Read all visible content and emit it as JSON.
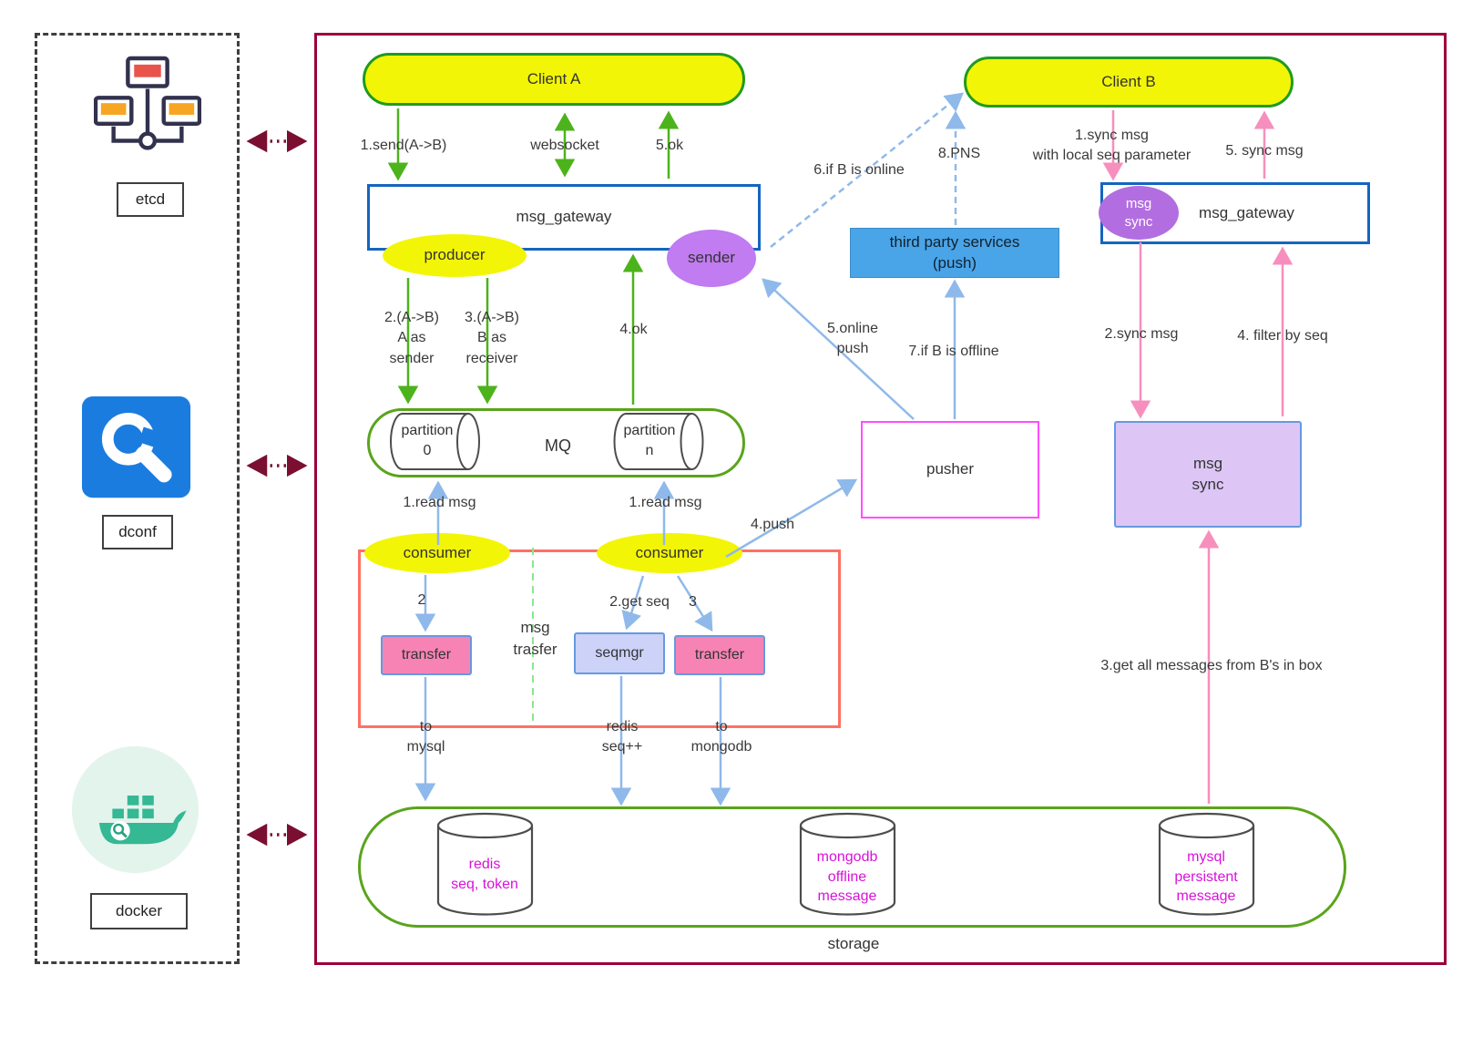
{
  "sidebar": {
    "etcd_label": "etcd",
    "dconf_label": "dconf",
    "docker_label": "docker"
  },
  "clients": {
    "client_a": "Client A",
    "client_b": "Client B"
  },
  "gateway_left": {
    "title": "msg_gateway",
    "producer": "producer",
    "sender": "sender"
  },
  "gateway_right": {
    "title": "msg_gateway",
    "msg_sync_badge": "msg\nsync"
  },
  "mq": {
    "title": "MQ",
    "partition_0": "partition\n0",
    "partition_n": "partition\nn"
  },
  "consumers": {
    "left": "consumer",
    "right": "consumer",
    "transfer_left": "transfer",
    "seqmgr": "seqmgr",
    "transfer_right": "transfer",
    "msg_trasfer": "msg\ntrasfer"
  },
  "pusher": {
    "title": "pusher"
  },
  "third_party": {
    "title": "third party services\n(push)"
  },
  "msg_sync_box": {
    "title": "msg\nsync"
  },
  "storage": {
    "title": "storage",
    "redis": "redis\nseq, token",
    "mongodb": "mongodb\noffline\nmessage",
    "mysql": "mysql\npersistent\nmessage"
  },
  "labels": {
    "send_ab": "1.send(A->B)",
    "websocket": "websocket",
    "ok5": "5.ok",
    "a_as_sender": "2.(A->B)\nA as\nsender",
    "b_as_receiver": "3.(A->B)\nB as\nreceiver",
    "ok4": "4.ok",
    "read_msg_left": "1.read msg",
    "read_msg_right": "1.read msg",
    "step2": "2",
    "get_seq": "2.get seq",
    "step3": "3",
    "push4": "4.push",
    "to_mysql": "to\nmysql",
    "redis_seq": "redis\nseq++",
    "to_mongodb": "to\nmongodb",
    "online_push": "5.online\npush",
    "if_b_offline": "7.if B is offline",
    "if_b_online": "6.if B is online",
    "pns": "8.PNS",
    "sync_msg_1": "1.sync msg\nwith local seq parameter",
    "sync_msg_5": "5. sync msg",
    "sync_msg_2": "2.sync msg",
    "filter_by_seq": "4. filter by seq",
    "get_all": "3.get all messages from B's in box"
  },
  "colors": {
    "yellow_fill": "#f3f507",
    "client_border_green": "#1e9b1e",
    "mq_storage_green": "#5aa41c",
    "arrow_green": "#4db31c",
    "gateway_blue": "#1565c0",
    "light_blue_arrow": "#8fb9ea",
    "pink_arrow": "#f78fbe",
    "purple_ellipse": "#c07cf0",
    "msg_sync_fill": "#ddc6f6",
    "transfer_pink": "#f783b5",
    "seqmgr_fill": "#ccd2f8",
    "pusher_magenta": "#ff4dff",
    "red_frame": "#ff7163",
    "main_frame_maroon": "#9b0039",
    "third_party_blue": "#4aa4e8",
    "db_text_magenta": "#d911d9"
  }
}
